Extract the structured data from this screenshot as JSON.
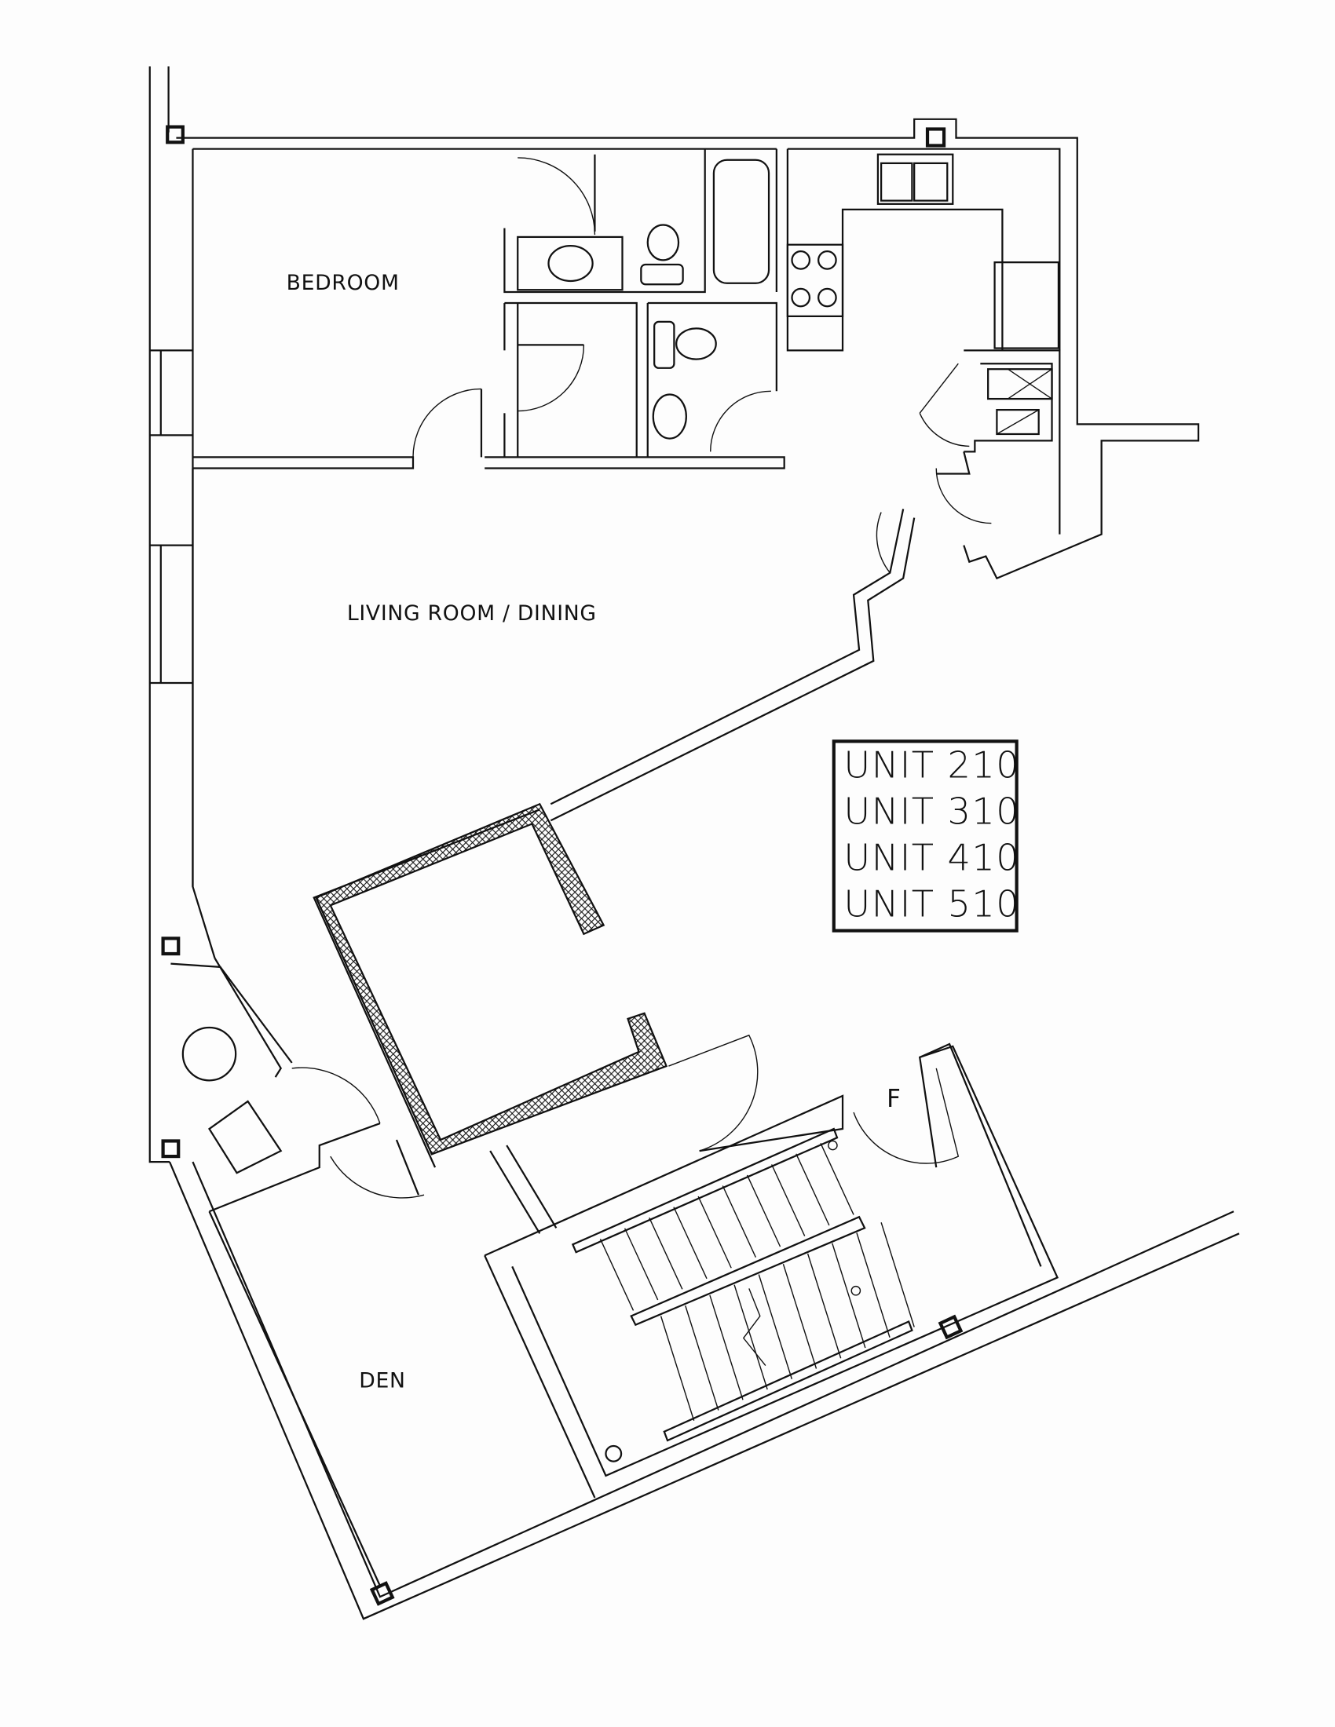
{
  "rooms": {
    "bedroom": "BEDROOM",
    "living": "LIVING ROOM / DINING",
    "den": "DEN",
    "closet_mark": "F"
  },
  "unit_box": {
    "lines": [
      "UNIT 210",
      "UNIT 310",
      "UNIT 410",
      "UNIT 510"
    ]
  },
  "colors": {
    "ink": "#111111",
    "paper": "#fdfdfd"
  }
}
